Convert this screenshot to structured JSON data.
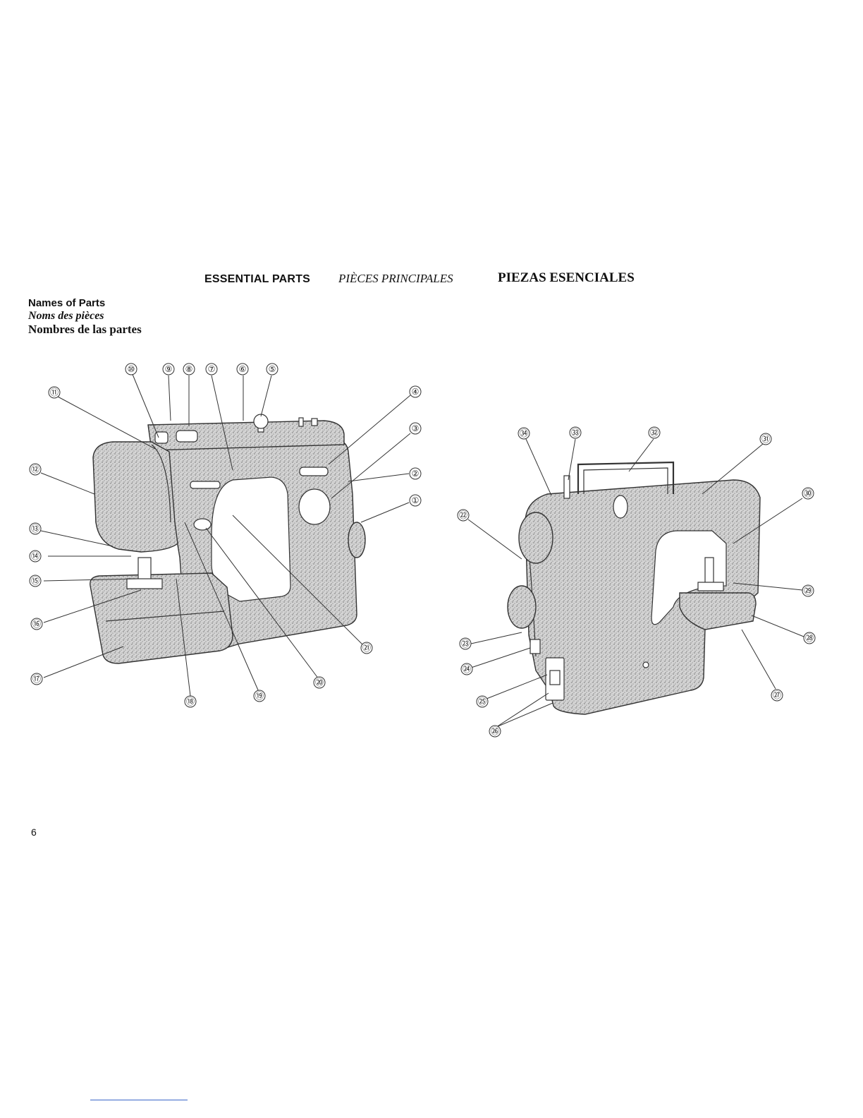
{
  "header": {
    "english": "ESSENTIAL PARTS",
    "french": "PIÈCES PRINCIPALES",
    "spanish": "PIEZAS ESENCIALES"
  },
  "subheading": {
    "english": "Names of Parts",
    "french": "Noms des pièces",
    "spanish": "Nombres de las partes"
  },
  "front_view": {
    "callouts": [
      "①",
      "②",
      "③",
      "④",
      "⑤",
      "⑥",
      "⑦",
      "⑧",
      "⑨",
      "⑩",
      "⑪",
      "⑫",
      "⑬",
      "⑭",
      "⑮",
      "⑯",
      "⑰",
      "⑱",
      "⑲",
      "⑳",
      "㉑"
    ]
  },
  "rear_view": {
    "callouts": [
      "㉒",
      "㉓",
      "㉔",
      "㉕",
      "㉖",
      "㉗",
      "㉘",
      "㉙",
      "㉚",
      "㉛",
      "㉜",
      "㉝",
      "㉞"
    ]
  },
  "page_number": "6"
}
